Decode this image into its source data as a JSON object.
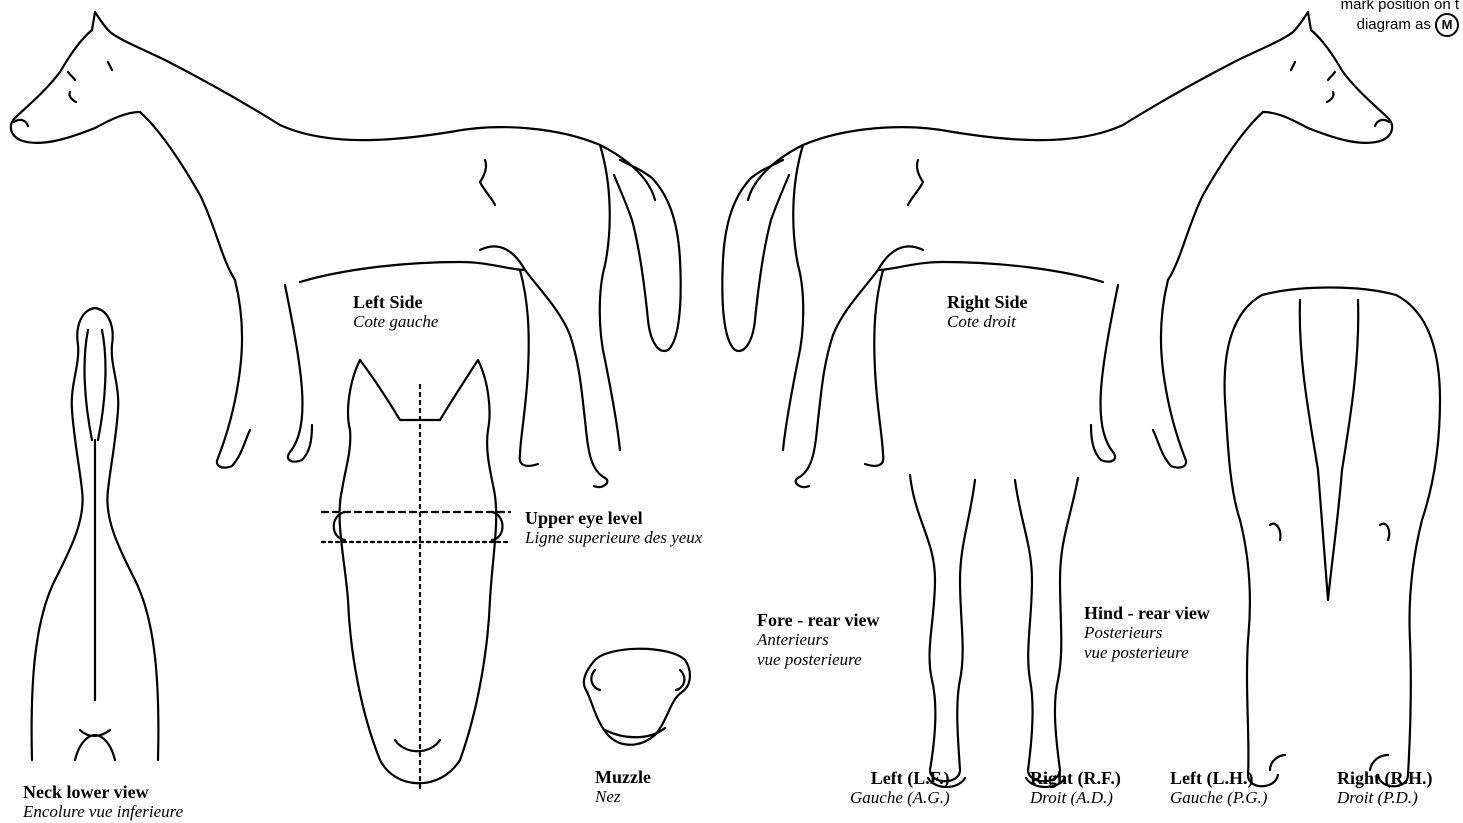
{
  "note": {
    "line1": "mark position on t",
    "line2": "diagram as",
    "marker": "M"
  },
  "labels": {
    "left_side": {
      "en": "Left Side",
      "fr": "Cote gauche"
    },
    "right_side": {
      "en": "Right Side",
      "fr": "Cote droit"
    },
    "neck": {
      "en": "Neck lower view",
      "fr": "Encolure vue inferieure"
    },
    "eye": {
      "en": "Upper eye level",
      "fr": "Ligne superieure des yeux"
    },
    "muzzle": {
      "en": "Muzzle",
      "fr": "Nez"
    },
    "fore_rear": {
      "en": "Fore - rear view",
      "fr1": "Anterieurs",
      "fr2": "vue posterieure"
    },
    "hind_rear": {
      "en": "Hind - rear view",
      "fr1": "Posterieurs",
      "fr2": "vue posterieure"
    },
    "lf": {
      "en": "Left (L.F.)",
      "fr": "Gauche (A.G.)"
    },
    "rf": {
      "en": "Right (R.F.)",
      "fr": "Droit (A.D.)"
    },
    "lh": {
      "en": "Left (L.H.)",
      "fr": "Gauche (P.G.)"
    },
    "rh": {
      "en": "Right (R.H.)",
      "fr": "Droit (P.D.)"
    }
  },
  "colors": {
    "ink": "#000000",
    "paper": "#ffffff"
  }
}
